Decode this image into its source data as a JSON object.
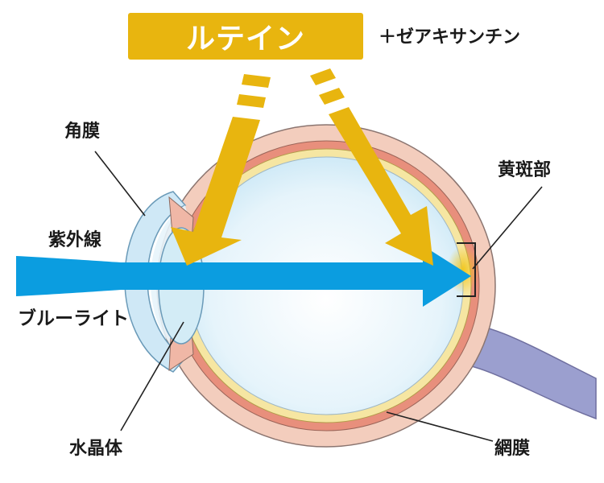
{
  "banner": {
    "text": "ルテイン"
  },
  "addon": "＋ゼアキサンチン",
  "labels": {
    "cornea": "角膜",
    "uv": "紫外線",
    "blue_light": "ブルーライト",
    "lens": "水晶体",
    "macula": "黄斑部",
    "retina": "網膜"
  },
  "colors": {
    "banner": "#e8b50f",
    "ray_arrow": "#e8b50f",
    "light_arrow": "#0b9de0",
    "sclera": "#f3cdbd",
    "choroid": "#e88f7c",
    "retina_layer": "#f6e6a2",
    "vitreous": "#d9eff9",
    "optic_nerve": "#9b9fcf"
  }
}
